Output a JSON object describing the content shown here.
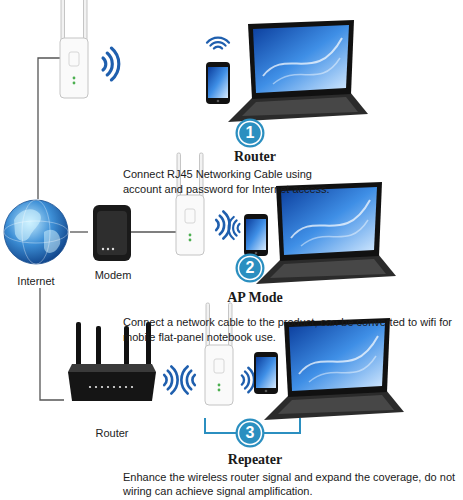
{
  "diagram": {
    "nodes": [
      {
        "text": [
          "1"
        ]
      },
      {
        "text": [
          "Internet"
        ]
      },
      {
        "text": [
          "Modem"
        ]
      },
      {
        "text": [
          "2"
        ]
      },
      {
        "text": [
          "Router"
        ]
      },
      {
        "text": [
          "3"
        ]
      }
    ],
    "edges": [
      {
        "from": 1,
        "to": 2,
        "arrow": "none"
      },
      {
        "from": 1,
        "to": 4,
        "arrow": "none"
      }
    ],
    "labels": [
      "Router",
      "Connect RJ45 Networking Cable using account and password for Internet access.",
      "AP Mode",
      "Connect a network cable to the product, can be converted to wifi for mobile flat-panel notebook use.",
      "Repeater",
      "Enhance the wireless router signal and expand the coverage, do not wiring can achieve signal amplification."
    ]
  }
}
